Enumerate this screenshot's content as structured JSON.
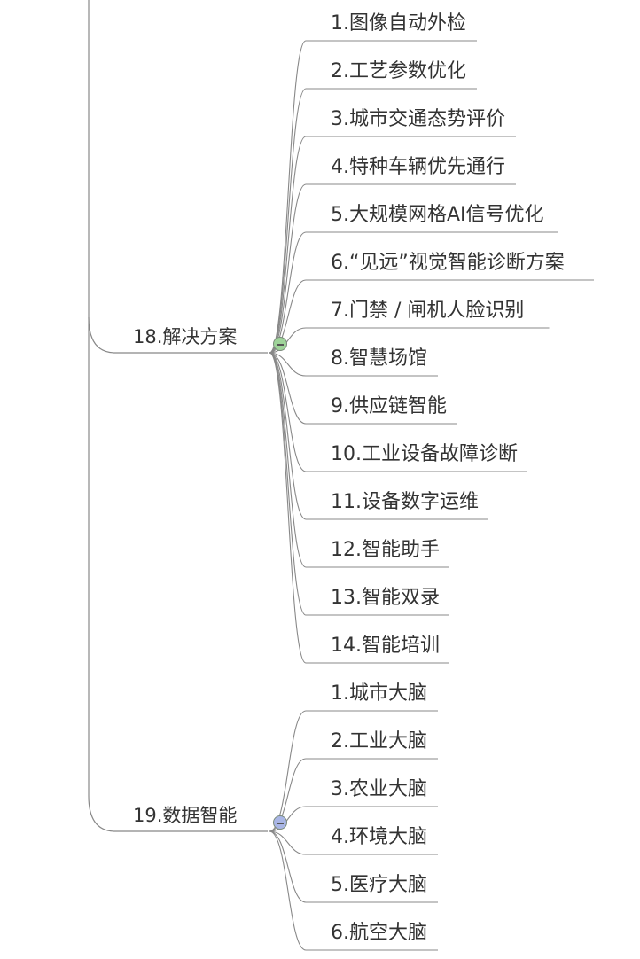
{
  "mindmap": {
    "branches": [
      {
        "label": "18.解决方案",
        "collapse_color": "#9fd49a",
        "children": [
          "1.图像自动外检",
          "2.工艺参数优化",
          "3.城市交通态势评价",
          "4.特种车辆优先通行",
          "5.大规模网格AI信号优化",
          "6.“见远”视觉智能诊断方案",
          "7.门禁 / 闸机人脸识别",
          "8.智慧场馆",
          "9.供应链智能",
          "10.工业设备故障诊断",
          "11.设备数字运维",
          "12.智能助手",
          "13.智能双录",
          "14.智能培训"
        ]
      },
      {
        "label": "19.数据智能",
        "collapse_color": "#a9b6e6",
        "children": [
          "1.城市大脑",
          "2.工业大脑",
          "3.农业大脑",
          "4.环境大脑",
          "5.医疗大脑",
          "6.航空大脑"
        ]
      }
    ],
    "line_color": "#888888",
    "text_color": "#333333"
  }
}
